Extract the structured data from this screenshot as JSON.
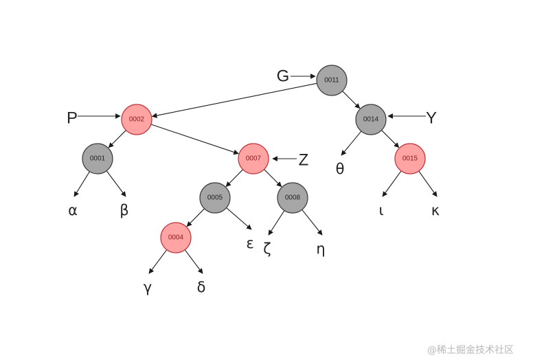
{
  "colors": {
    "red_fill": "#ffa3a3",
    "red_stroke": "#c0323a",
    "black_fill": "#a6a6a6",
    "black_stroke": "#3c3c3c",
    "edge": "#1a1a1a"
  },
  "nodes": [
    {
      "id": "n0011",
      "label": "0011",
      "color": "black"
    },
    {
      "id": "n0002",
      "label": "0002",
      "color": "red"
    },
    {
      "id": "n0014",
      "label": "0014",
      "color": "black"
    },
    {
      "id": "n0001",
      "label": "0001",
      "color": "black"
    },
    {
      "id": "n0007",
      "label": "0007",
      "color": "red"
    },
    {
      "id": "n0015",
      "label": "0015",
      "color": "red"
    },
    {
      "id": "n0005",
      "label": "0005",
      "color": "black"
    },
    {
      "id": "n0008",
      "label": "0008",
      "color": "black"
    },
    {
      "id": "n0004",
      "label": "0004",
      "color": "red"
    }
  ],
  "leaves": [
    {
      "id": "alpha",
      "label": "α"
    },
    {
      "id": "beta",
      "label": "β"
    },
    {
      "id": "gamma",
      "label": "γ"
    },
    {
      "id": "delta",
      "label": "δ"
    },
    {
      "id": "epsilon",
      "label": "ε"
    },
    {
      "id": "zeta",
      "label": "ζ"
    },
    {
      "id": "eta",
      "label": "η"
    },
    {
      "id": "theta",
      "label": "θ"
    },
    {
      "id": "iota",
      "label": "ι"
    },
    {
      "id": "kappa",
      "label": "κ"
    }
  ],
  "pointers": [
    {
      "id": "G",
      "label": "G",
      "target": "n0011"
    },
    {
      "id": "P",
      "label": "P",
      "target": "n0002"
    },
    {
      "id": "Y",
      "label": "Y",
      "target": "n0014"
    },
    {
      "id": "Z",
      "label": "Z",
      "target": "n0007"
    }
  ],
  "edges": [
    {
      "from": "n0011",
      "to": "n0002"
    },
    {
      "from": "n0011",
      "to": "n0014"
    },
    {
      "from": "n0002",
      "to": "n0001"
    },
    {
      "from": "n0002",
      "to": "n0007"
    },
    {
      "from": "n0014",
      "to": "theta"
    },
    {
      "from": "n0014",
      "to": "n0015"
    },
    {
      "from": "n0001",
      "to": "alpha"
    },
    {
      "from": "n0001",
      "to": "beta"
    },
    {
      "from": "n0007",
      "to": "n0005"
    },
    {
      "from": "n0007",
      "to": "n0008"
    },
    {
      "from": "n0015",
      "to": "iota"
    },
    {
      "from": "n0015",
      "to": "kappa"
    },
    {
      "from": "n0005",
      "to": "n0004"
    },
    {
      "from": "n0005",
      "to": "epsilon"
    },
    {
      "from": "n0008",
      "to": "zeta"
    },
    {
      "from": "n0008",
      "to": "eta"
    },
    {
      "from": "n0004",
      "to": "gamma"
    },
    {
      "from": "n0004",
      "to": "delta"
    }
  ],
  "watermark": "@稀土掘金技术社区"
}
